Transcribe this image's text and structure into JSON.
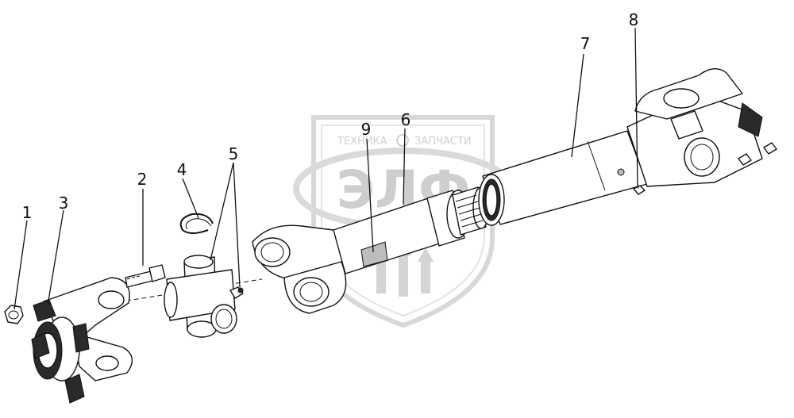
{
  "watermark": {
    "line1_left": "ТЕХНИКА",
    "line1_right": "ЗАПЧАСТИ",
    "logo": "ЭЛФ"
  },
  "callouts": [
    "1",
    "2",
    "3",
    "4",
    "5",
    "6",
    "7",
    "8",
    "9"
  ]
}
